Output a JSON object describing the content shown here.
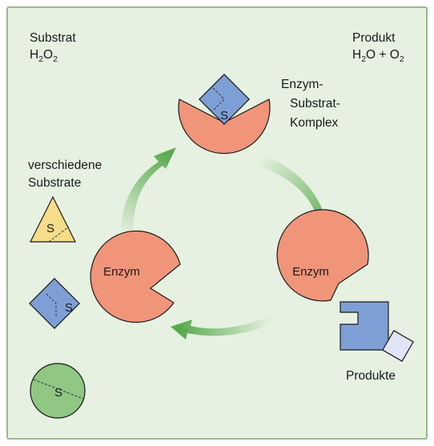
{
  "labels": {
    "substrat_word": "Substrat",
    "substrat_formula_h": "H",
    "substrat_formula_2a": "2",
    "substrat_formula_o": "O",
    "substrat_formula_2b": "2",
    "produkt_word": "Produkt",
    "produkt_formula_part1": "H",
    "produkt_formula_sub1": "2",
    "produkt_formula_part2": "O + O",
    "produkt_formula_sub2": "2",
    "complex_line1": "Enzym-",
    "complex_line2": "Substrat-",
    "complex_line3": "Komplex",
    "substrates_line1": "verschiedene",
    "substrates_line2": "Substrate",
    "enzyme_left": "Enzym",
    "enzyme_right": "Enzym",
    "produkte": "Produkte",
    "s_complex": "S",
    "s_triangle": "S",
    "s_square": "S",
    "s_circle": "S"
  },
  "colors": {
    "background": "#e6f1e1",
    "border": "#7aa86a",
    "enzyme": "#f0957a",
    "substrate_blue": "#7e9fd6",
    "substrate_yellow": "#f7dd8a",
    "substrate_green": "#8fc783",
    "product_light": "#dfe5f6",
    "arrow": "#5aaa4e"
  }
}
